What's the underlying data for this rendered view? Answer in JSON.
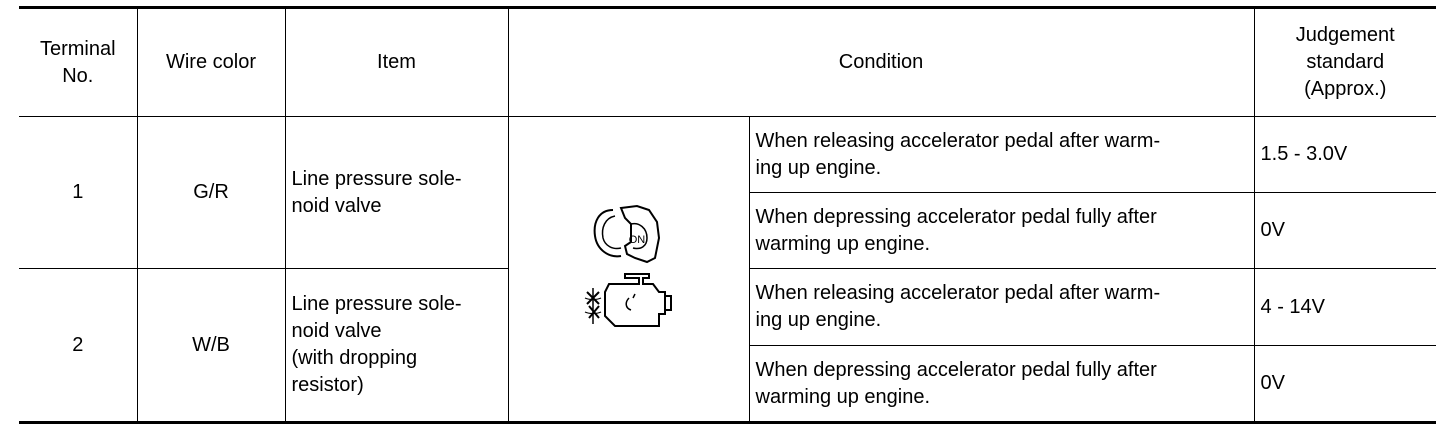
{
  "headers": {
    "terminal": [
      "Terminal",
      "No."
    ],
    "wire_color": "Wire color",
    "item": "Item",
    "condition": "Condition",
    "judgement": [
      "Judgement",
      "standard",
      "(Approx.)"
    ]
  },
  "icons": {
    "ignition": {
      "name": "ignition-key-on-icon",
      "label": "ON"
    },
    "engine": {
      "name": "engine-running-icon"
    }
  },
  "rows": [
    {
      "terminal": "1",
      "wire_color": "G/R",
      "item": [
        "Line pressure sole-",
        "noid valve"
      ],
      "conditions": [
        {
          "text": [
            "When releasing accelerator pedal after warm-",
            "ing up engine."
          ],
          "standard": "1.5 - 3.0V"
        },
        {
          "text": [
            "When depressing accelerator pedal fully after",
            "warming up engine."
          ],
          "standard": "0V"
        }
      ]
    },
    {
      "terminal": "2",
      "wire_color": "W/B",
      "item": [
        "Line pressure sole-",
        "noid valve",
        "(with dropping",
        "resistor)"
      ],
      "conditions": [
        {
          "text": [
            "When releasing accelerator pedal after warm-",
            "ing up engine."
          ],
          "standard": "4 - 14V"
        },
        {
          "text": [
            "When depressing accelerator pedal fully after",
            "warming up engine."
          ],
          "standard": "0V"
        }
      ]
    }
  ]
}
